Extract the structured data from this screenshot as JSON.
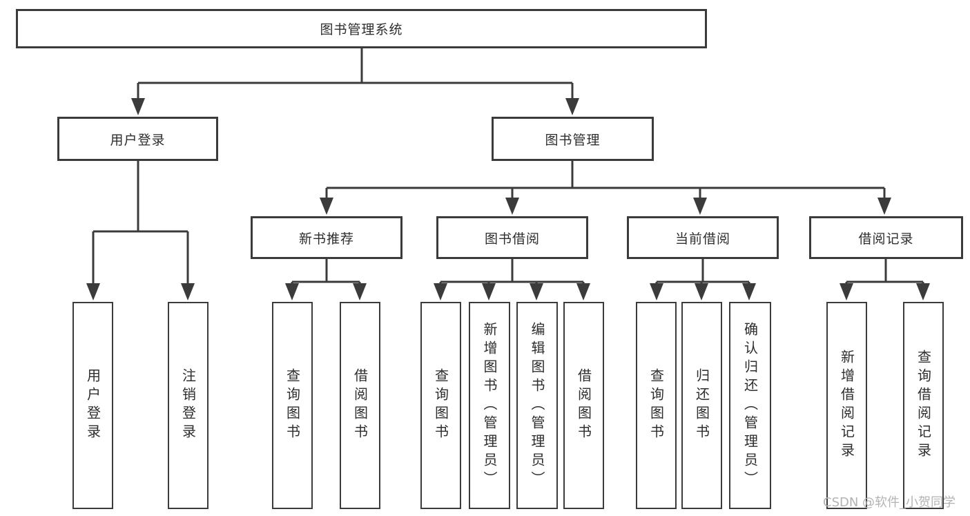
{
  "diagram_title": "图书管理系统",
  "tree": {
    "label": "图书管理系统",
    "children": [
      {
        "label": "用户登录",
        "children": [
          {
            "label": "用户登录"
          },
          {
            "label": "注销登录"
          }
        ]
      },
      {
        "label": "图书管理",
        "children": [
          {
            "label": "新书推荐",
            "children": [
              {
                "label": "查询图书"
              },
              {
                "label": "借阅图书"
              }
            ]
          },
          {
            "label": "图书借阅",
            "children": [
              {
                "label": "查询图书"
              },
              {
                "label": "新增图书（管理员）"
              },
              {
                "label": "编辑图书（管理员）"
              },
              {
                "label": "借阅图书"
              }
            ]
          },
          {
            "label": "当前借阅",
            "children": [
              {
                "label": "查询图书"
              },
              {
                "label": "归还图书"
              },
              {
                "label": "确认归还（管理员）"
              }
            ]
          },
          {
            "label": "借阅记录",
            "children": [
              {
                "label": "新增借阅记录"
              },
              {
                "label": "查询借阅记录"
              }
            ]
          }
        ]
      }
    ]
  },
  "watermark": {
    "text": "CSDN @软件_小贺同学"
  },
  "colors": {
    "line": "#3b3b3b",
    "box_border": "#3b3b3b",
    "text": "#2d2d2d",
    "background": "#ffffff",
    "watermark": "#b3b3b6"
  }
}
